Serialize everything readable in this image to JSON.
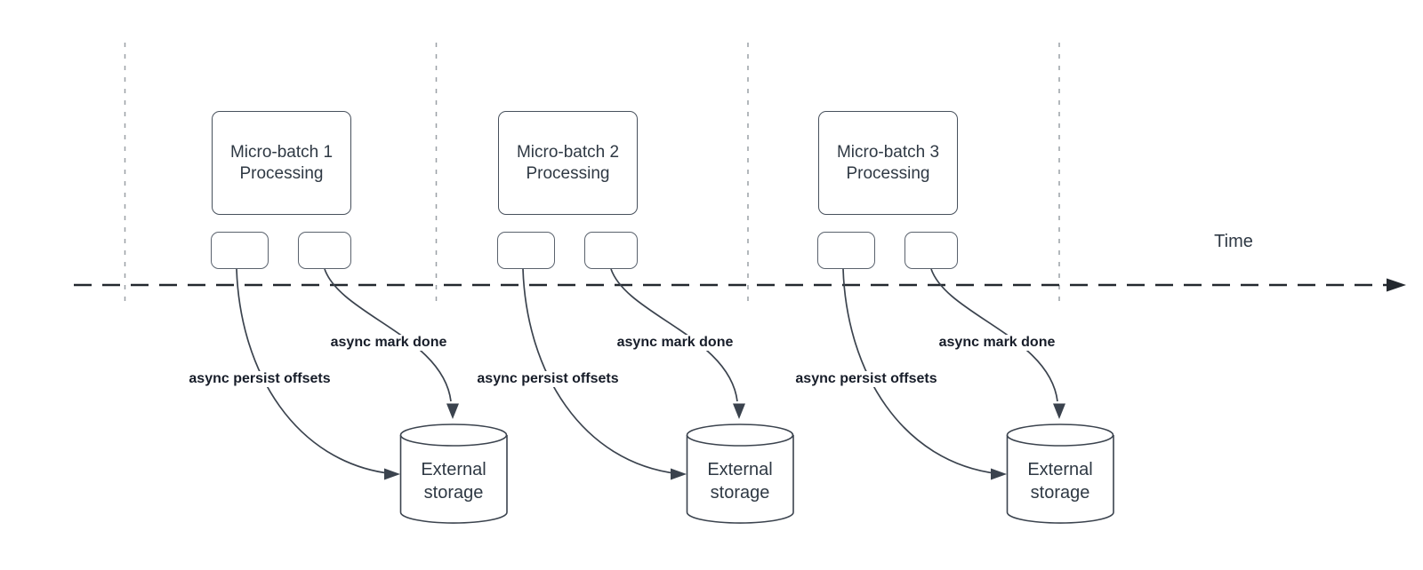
{
  "diagram": {
    "timeline_label": "Time",
    "groups": [
      {
        "batch_label": "Micro-batch 1\nProcessing",
        "persist_label": "async persist offsets",
        "markdone_label": "async mark done",
        "storage_label": "External\nstorage"
      },
      {
        "batch_label": "Micro-batch 2\nProcessing",
        "persist_label": "async persist offsets",
        "markdone_label": "async mark done",
        "storage_label": "External\nstorage"
      },
      {
        "batch_label": "Micro-batch 3\nProcessing",
        "persist_label": "async persist offsets",
        "markdone_label": "async mark done",
        "storage_label": "External\nstorage"
      }
    ],
    "colors": {
      "shape_stroke": "#47505c",
      "curve_stroke": "#3b434e",
      "timeline_stroke": "#23282e",
      "guide_stroke": "#9aa0a6",
      "text": "#2f3944",
      "label_text": "#171d29",
      "bg": "#ffffff"
    }
  }
}
